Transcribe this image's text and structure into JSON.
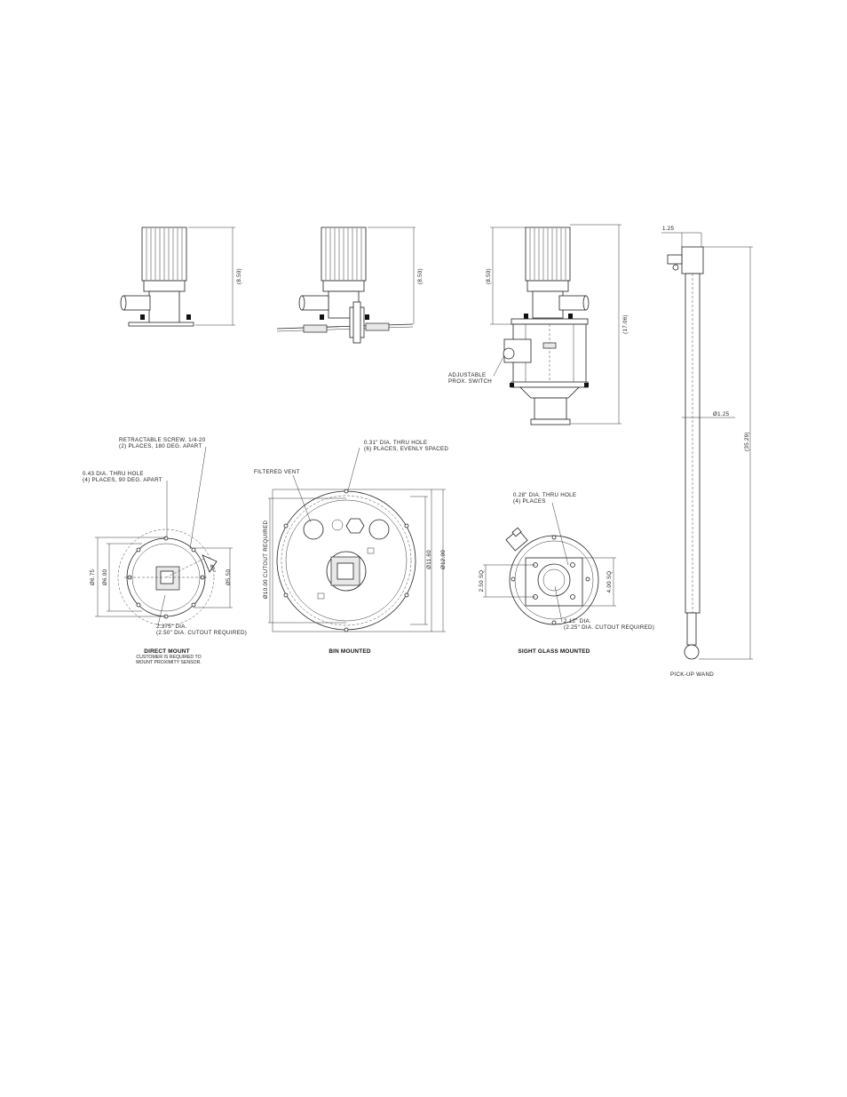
{
  "views": {
    "view1": {
      "dim_height": "(8.50)"
    },
    "view2": {
      "dim_height": "(8.50)"
    },
    "view3": {
      "dim_height": "(8.50)",
      "dim_total": "(17.06)",
      "callout": [
        "ADJUSTABLE",
        "PROX. SWITCH"
      ]
    },
    "wand": {
      "dim_top": "1.25",
      "dim_dia": "Ø1.25",
      "dim_length": "(35.29)",
      "caption": "PICK-UP WAND"
    }
  },
  "direct_mount": {
    "callout_screw": [
      "RETRACTABLE SCREW, 1/4-20",
      "(2) PLACES, 180 DEG. APART"
    ],
    "callout_hole": [
      "0.43 DIA. THRU HOLE",
      "(4) PLACES, 90 DEG. APART"
    ],
    "angle": "45°",
    "dim_outer": "Ø6.75",
    "dim_inner": "Ø6.00",
    "dim_right": "Ø5.50",
    "callout_cutout": [
      "2.375\" DIA.",
      "(2.50\" DIA. CUTOUT REQUIRED)"
    ],
    "title": "DIRECT MOUNT",
    "note": [
      "CUSTOMER IS REQUIRED TO",
      "MOUNT PROXIMITY SENSOR."
    ]
  },
  "bin_mounted": {
    "callout_hole": [
      "0.31\" DIA. THRU HOLE",
      "(6) PLACES, EVENLY SPACED"
    ],
    "callout_vent": "FILTERED VENT",
    "dim_left": "Ø10.00 CUTOUT REQUIRED",
    "dim_r1": "Ø11.60",
    "dim_r2": "Ø12.00",
    "title": "BIN MOUNTED"
  },
  "sight_glass": {
    "callout_hole": [
      "0.28\" DIA. THRU HOLE",
      "(4) PLACES"
    ],
    "dim_left": "2.50 SQ",
    "dim_right": "4.00 SQ",
    "callout_cutout": [
      "2.12\" DIA.",
      "(2.25\" DIA. CUTOUT REQUIRED)"
    ],
    "title": "SIGHT GLASS MOUNTED"
  }
}
